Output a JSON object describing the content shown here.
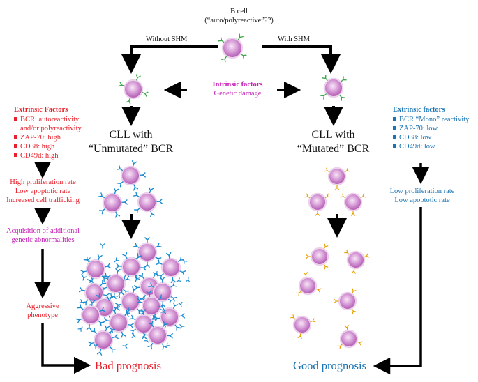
{
  "top": {
    "b_cell": "B cell",
    "b_cell_sub": "(“auto/polyreactive”??)",
    "without_shm": "Without SHM",
    "with_shm": "With SHM"
  },
  "intrinsic": {
    "title": "Intrinsic factors",
    "subtitle": "Genetic damage"
  },
  "left": {
    "cll_line1": "CLL with",
    "cll_line2": "“Unmutated” BCR",
    "extrinsic_title": "Extrinsic Factors",
    "extrinsic_items": [
      "BCR: autoreactivity",
      "and/or polyreactivity",
      "ZAP-70: high",
      "CD38: high",
      "CD49d: high"
    ],
    "effects": [
      "High proliferation rate",
      "Low apoptotic rate",
      "Increased cell trafficking"
    ],
    "acquisition": [
      "Acquisition of additional",
      "genetic abnormalities"
    ],
    "aggressive": [
      "Aggressive",
      "phenotype"
    ],
    "prognosis": "Bad prognosis"
  },
  "right": {
    "cll_line1": "CLL with",
    "cll_line2": "“Mutated” BCR",
    "extrinsic_title": "Extrinsic factors",
    "extrinsic_items": [
      "BCR “Mono” reactivity",
      "ZAP-70: low",
      "CD38: low",
      "CD49d: low"
    ],
    "effects": [
      "Low proliferation rate",
      "Low apoptotic rate"
    ],
    "prognosis": "Good prognosis"
  },
  "colors": {
    "bad": "#e8202a",
    "good": "#1874b4",
    "intrinsic": "#c71fb8",
    "cell_fill": "#d8a6d8",
    "cell_halo": "#ecd0ec",
    "receptor_naive": "#3aa64a",
    "receptor_unmutated": "#1a8bd0",
    "receptor_mutated": "#e8a000"
  }
}
